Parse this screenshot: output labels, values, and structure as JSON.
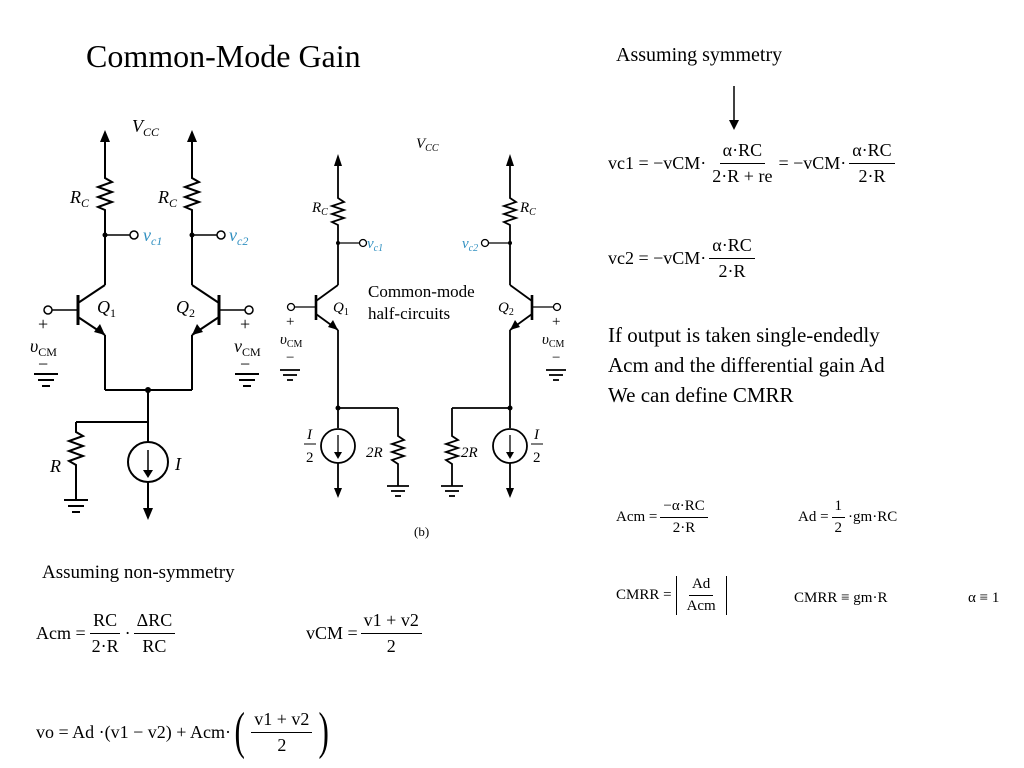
{
  "slide": {
    "title": "Common-Mode Gain",
    "assuming_symmetry": "Assuming symmetry",
    "assuming_non_symmetry": "Assuming non-symmetry",
    "paragraph": [
      "If output is taken single-endedly",
      "Acm and the differential gain Ad",
      "We can define CMRR"
    ],
    "half_circuit_label": [
      "Common-mode",
      "half-circuits"
    ]
  },
  "circuit_left": {
    "vcc": "V",
    "vcc_sub": "CC",
    "rc1": "R",
    "rc1_sub": "C",
    "rc2": "R",
    "rc2_sub": "C",
    "vc1": "v",
    "vc1_sub": "c1",
    "vc2": "v",
    "vc2_sub": "c2",
    "q1": "Q",
    "q1_sub": "1",
    "q2": "Q",
    "q2_sub": "2",
    "plus": "+",
    "minus": "−",
    "vcm": "v",
    "vcm_left": "υ",
    "vcm_sub": "CM",
    "r": "R",
    "i": "I"
  },
  "circuit_right": {
    "vcc": "V",
    "vcc_sub": "CC",
    "rc": "R",
    "rc_sub": "C",
    "vc1": "v",
    "vc1_sub": "c1",
    "vc2": "v",
    "vc2_sub": "c2",
    "q1": "Q",
    "q1_sub": "1",
    "q2": "Q",
    "q2_sub": "2",
    "plus": "+",
    "minus": "−",
    "vcm": "υ",
    "vcm_sub": "CM",
    "half_i_num": "I",
    "half_i_den": "2",
    "two_r": "2R",
    "caption": "(b)"
  },
  "equations": {
    "vc1": {
      "lhs": "vc1 = −vCM·",
      "f1_num": "α·RC",
      "f1_den": "2·R + re",
      "mid": "= −vCM·",
      "f2_num": "α·RC",
      "f2_den": "2·R"
    },
    "vc2": {
      "lhs": "vc2 = −vCM·",
      "f_num": "α·RC",
      "f_den": "2·R"
    },
    "acm_sym": {
      "lhs": "Acm =",
      "f_num": "−α·RC",
      "f_den": "2·R"
    },
    "ad": {
      "lhs": "Ad =",
      "f_num": "1",
      "f_den": "2",
      "rhs": "·gm·RC"
    },
    "cmrr": {
      "lhs": "CMRR =",
      "f_num": "Ad",
      "f_den": "Acm"
    },
    "cmrr_approx": "CMRR ≡ gm·R",
    "alpha": "α ≡ 1",
    "acm_nonsym": {
      "lhs": "Acm =",
      "f1_num": "RC",
      "f1_den": "2·R",
      "dot": "·",
      "f2_num": "ΔRC",
      "f2_den": "RC"
    },
    "vcm": {
      "lhs": "vCM =",
      "f_num": "v1 + v2",
      "f_den": "2"
    },
    "vo": {
      "lhs": "vo = Ad ·(v1 − v2) + Acm·",
      "f_num": "v1 + v2",
      "f_den": "2"
    }
  },
  "colors": {
    "label_blue": "#2f8fc0",
    "ink": "#000000"
  }
}
